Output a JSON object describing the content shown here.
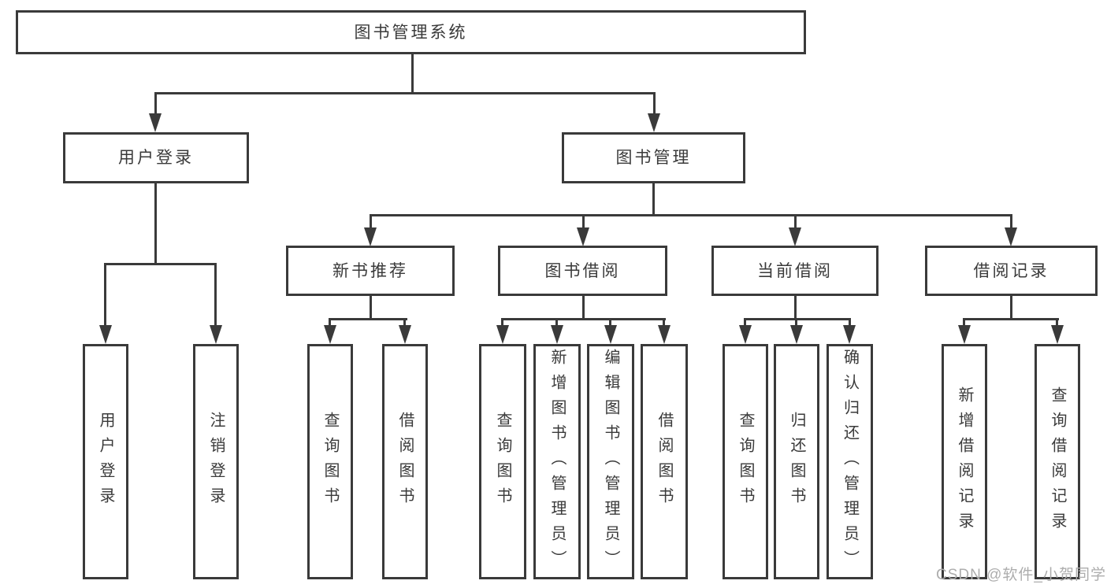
{
  "nodes": {
    "root": {
      "label": "图书管理系统"
    },
    "user_login": {
      "label": "用户登录"
    },
    "book_management": {
      "label": "图书管理"
    },
    "new_book_recommend": {
      "label": "新书推荐"
    },
    "book_borrow": {
      "label": "图书借阅"
    },
    "current_borrow": {
      "label": "当前借阅"
    },
    "borrow_records": {
      "label": "借阅记录"
    },
    "login": {
      "label": "用户登录"
    },
    "logout": {
      "label": "注销登录"
    },
    "nbr_query_books": {
      "label": "查询图书"
    },
    "nbr_borrow_books": {
      "label": "借阅图书"
    },
    "bb_query_books": {
      "label": "查询图书"
    },
    "bb_add_books": {
      "label": "新增图书（管理员）"
    },
    "bb_edit_books": {
      "label": "编辑图书（管理员）"
    },
    "bb_borrow_books": {
      "label": "借阅图书"
    },
    "cb_query_books": {
      "label": "查询图书"
    },
    "cb_return_books": {
      "label": "归还图书"
    },
    "cb_confirm_return": {
      "label": "确认归还（管理员）"
    },
    "br_add_record": {
      "label": "新增借阅记录"
    },
    "br_query_record": {
      "label": "查询借阅记录"
    }
  },
  "watermark": {
    "text": "CSDN @软件_小贺同学"
  },
  "colors": {
    "line": "#3a3a3a",
    "text": "#3a3a3a",
    "watermark": "#adadad",
    "background": "#ffffff"
  }
}
